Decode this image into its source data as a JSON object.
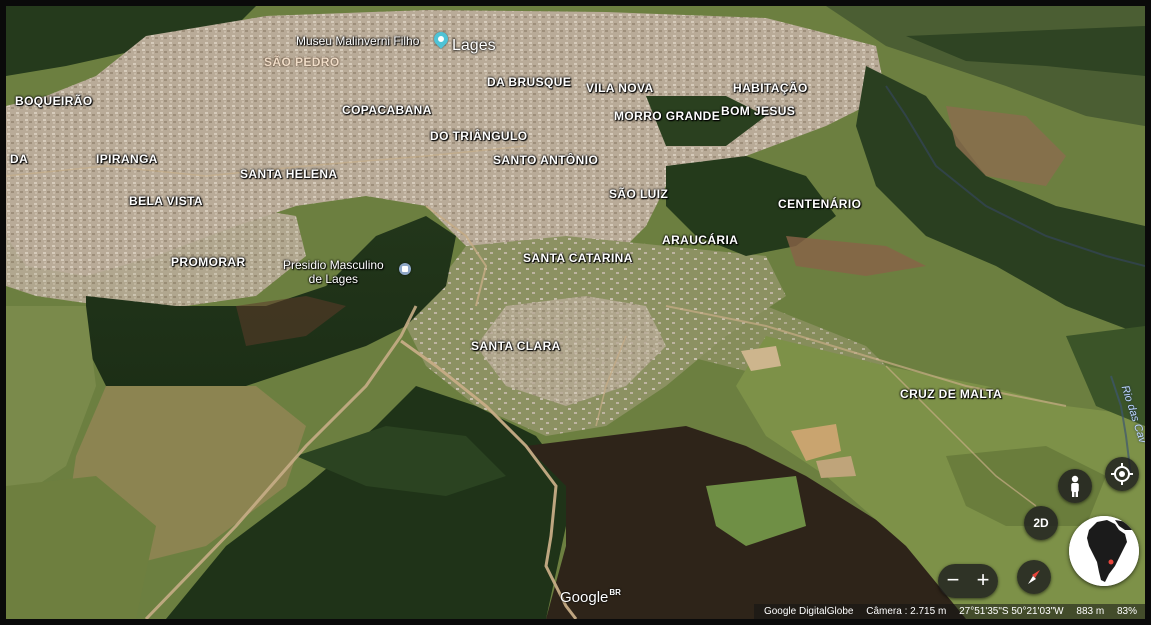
{
  "map": {
    "city": "Lages",
    "points_of_interest": {
      "museum": {
        "name": "Museu Malinverni Filho",
        "icon": "museum-pin-icon",
        "color": "#4fc3d6"
      },
      "prison": {
        "line1": "Presidio Masculino",
        "line2": "de Lages",
        "icon": "government-building-icon",
        "color": "#8fa8c7"
      }
    },
    "neighborhoods": {
      "sao_pedro": "SÃO PEDRO",
      "boqueirao": "BOQUEIRÃO",
      "da_brusque": "DA BRUSQUE",
      "vila_nova": "VILA NOVA",
      "habitacao": "HABITAÇÃO",
      "copacabana": "COPACABANA",
      "morro_grande": "MORRO GRANDE",
      "bom_jesus": "BOM JESUS",
      "do_triangulo": "DO TRIÂNGULO",
      "da": "DA",
      "ipiranga": "IPIRANGA",
      "santo_antonio": "SANTO ANTÔNIO",
      "santa_helena": "SANTA HELENA",
      "sao_luiz": "SÃO LUIZ",
      "bela_vista": "BELA VISTA",
      "centenario": "CENTENÁRIO",
      "araucaria": "ARAUCÁRIA",
      "promorar": "PROMORAR",
      "santa_catarina": "SANTA CATARINA",
      "santa_clara": "SANTA CLARA",
      "cruz_de_malta": "CRUZ DE MALTA"
    },
    "river": "Rio das Cav"
  },
  "controls": {
    "zoom_out": "−",
    "zoom_in": "+",
    "view_mode": "2D"
  },
  "branding": {
    "logo": "Google",
    "region": "BR"
  },
  "status": {
    "attribution": "Google DigitalGlobe",
    "camera": "Câmera : 2.715 m",
    "coordinates": "27°51'35\"S 50°21'03\"W",
    "elevation": "883 m",
    "loading": "83%"
  },
  "colors": {
    "urban": "#b9ab98",
    "forest": "#1f3318",
    "pasture": "#6f8443",
    "burnt_field": "#2e2419",
    "road": "#c7ad86"
  }
}
